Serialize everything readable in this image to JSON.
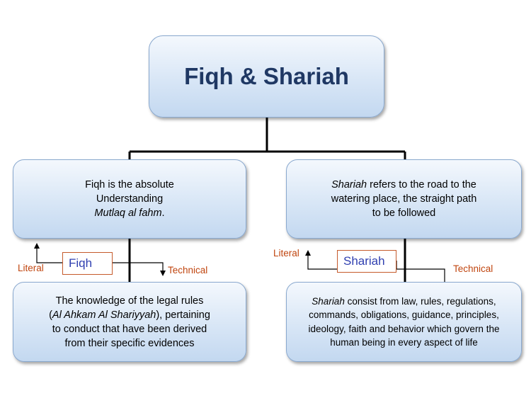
{
  "title": "Fiqh & Shariah",
  "left": {
    "definition_lines": [
      {
        "text": "Fiqh is the absolute",
        "italic": false
      },
      {
        "text": "Understanding",
        "italic": false
      },
      {
        "text": "Mutlaq al fahm",
        "italic": true,
        "suffix": "."
      }
    ],
    "label": "Fiqh",
    "literal": "Literal",
    "technical": "Technical",
    "detail_lines": [
      {
        "parts": [
          {
            "text": "The knowledge of the legal rules",
            "italic": false
          }
        ]
      },
      {
        "parts": [
          {
            "text": "(",
            "italic": false
          },
          {
            "text": "Al Ahkam Al Shariyyah",
            "italic": true
          },
          {
            "text": "), pertaining",
            "italic": false
          }
        ]
      },
      {
        "parts": [
          {
            "text": "to conduct that have been derived",
            "italic": false
          }
        ]
      },
      {
        "parts": [
          {
            "text": "from their specific evidences",
            "italic": false
          }
        ]
      }
    ]
  },
  "right": {
    "definition_lines": [
      {
        "parts": [
          {
            "text": "Shariah",
            "italic": true
          },
          {
            "text": " refers to the road to the",
            "italic": false
          }
        ]
      },
      {
        "parts": [
          {
            "text": "watering place, the straight path",
            "italic": false
          }
        ]
      },
      {
        "parts": [
          {
            "text": "to be followed",
            "italic": false
          }
        ]
      }
    ],
    "label": "Shariah",
    "literal": "Literal",
    "technical": "Technical",
    "detail_lines": [
      {
        "parts": [
          {
            "text": "Shariah",
            "italic": true
          },
          {
            "text": " consist from law, rules, regulations,",
            "italic": false
          }
        ]
      },
      {
        "parts": [
          {
            "text": "commands, obligations, guidance, principles,",
            "italic": false
          }
        ]
      },
      {
        "parts": [
          {
            "text": "ideology, faith and behavior which govern the",
            "italic": false
          }
        ]
      },
      {
        "parts": [
          {
            "text": "human being in every aspect of life",
            "italic": false
          }
        ]
      }
    ]
  }
}
